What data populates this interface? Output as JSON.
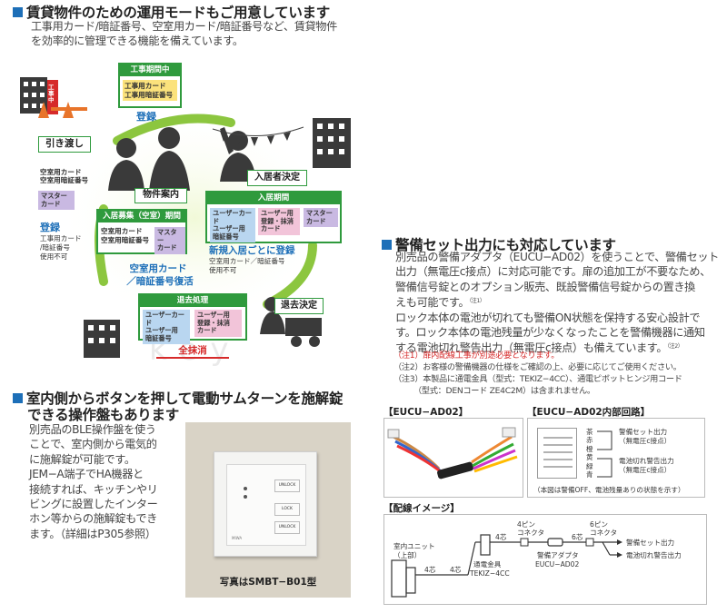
{
  "rental": {
    "title": "賃貸物件のための運用モードもご用意しています",
    "desc": "工事用カード/暗証番号、空室用カード/暗証番号など、賃貸物件\nを効率的に管理できる機能を備えています。",
    "construction": {
      "head": "工事期間中",
      "line1": "工事用カード",
      "line2": "工事用暗証番号",
      "register": "登録",
      "sign": "工事中"
    },
    "handover": {
      "label": "引き渡し",
      "card_line1": "空室用カード",
      "card_line2": "空室用暗証番号",
      "master": "マスター\nカード",
      "register": "登録",
      "note1": "工事用カード",
      "note2": "/暗証番号",
      "note3": "使用不可"
    },
    "viewing": {
      "label": "物件案内",
      "head": "入居募集（空室）期間",
      "line1": "空室用カード",
      "line2": "空室用暗証番号",
      "master": "マスター\nカード"
    },
    "decision": {
      "label": "入居者決定",
      "head": "入居期間",
      "user": "ユーザーカード\nユーザー用\n暗証番号",
      "erase": "ユーザー用\n登録・抹消\nカード",
      "master": "マスター\nカード",
      "register": "新規入居ごとに登録",
      "note1": "空室用カード／暗証番号",
      "note2": "使用不可"
    },
    "restore": {
      "label1": "空室用カード",
      "label2": "／暗証番号復活"
    },
    "moveout": {
      "label": "退去決定",
      "head": "退去処理",
      "user": "ユーザーカード\nユーザー用\n暗証番号",
      "erase": "ユーザー用\n登録・抹消\nカード",
      "all_erase": "全抹消"
    },
    "watermark": "key"
  },
  "indoor": {
    "title_line1": "室内側からボタンを押して電動サムターンを施解錠",
    "title_line2": "できる操作盤もあります",
    "desc": "別売品のBLE操作盤を使う\nことで、室内側から電気的\nに施解錠が可能です。\nJEM−A端子でHA機器と\n接続すれば、キッチンやリ\nビングに設置したインター\nホン等からの施解錠もでき\nます。（詳細はP305参照）",
    "panel_unlock1": "UNLOCK",
    "panel_lock": "LOCK",
    "panel_unlock2": "UNLOCK",
    "panel_brand": "MIWA",
    "caption": "写真はSMBT−B01型"
  },
  "alarm": {
    "title": "警備セット出力にも対応しています",
    "desc": "別売品の警備アダプタ（EUCU−AD02）を使うことで、警備セット\n出力（無電圧c接点）に対応可能です。扉の追加工が不要なため、\n警備信号錠とのオプション販売、既設警備信号錠からの置き換\nえも可能です。",
    "desc_note": "（注1）",
    "desc2": "ロック本体の電池が切れても警備ON状態を保持する安心設計で\nす。ロック本体の電池残量が少なくなったことを警備機器に通知\nする電池切れ警告出力（無電圧c接点）も備えています。",
    "desc2_note": "（注2）",
    "note1": "（注1）扉内配線工事が別途必要となります。",
    "note2": "（注2）お客様の警備機器の仕様をご確認の上、必要に応じてご使用ください。",
    "note3a": "（注3）本製品に通電金具（型式：TEKIZ−4CC）、通電ピボットヒンジ用コード",
    "note3b": "（型式：DENコード ZE4C2M）は含まれません。",
    "product_label": "【EUCU−AD02】",
    "circuit_label": "【EUCU−AD02内部回路】",
    "circuit_wires": [
      "茶",
      "赤",
      "橙",
      "黄",
      "緑",
      "青"
    ],
    "circuit_out1a": "警備セット出力",
    "circuit_out1b": "（無電圧c接点）",
    "circuit_out2a": "電池切れ警告出力",
    "circuit_out2b": "（無電圧c接点）",
    "circuit_caption": "（本図は警備OFF、電池残量ありの状態を示す）",
    "wiring_label": "【配線イメージ】",
    "wiring": {
      "indoor_unit1": "室内ユニット",
      "indoor_unit2": "（上部）",
      "core4a": "4芯",
      "core4b": "4芯",
      "core4c": "4芯",
      "core6": "6芯",
      "connector4a": "4ピン",
      "connector4b": "コネクタ",
      "connector6a": "6ピン",
      "connector6b": "コネクタ",
      "hinge1": "通電金具",
      "hinge2": "TEKIZ−4CC",
      "adapter1": "警備アダプタ",
      "adapter2": "EUCU−AD02",
      "out1": "警備セット出力",
      "out2": "電池切れ警告出力"
    }
  },
  "colors": {
    "accent_blue": "#1d6fb8",
    "green": "#2f9a3d",
    "red": "#d62a2a",
    "light_green": "#e8f4cf"
  }
}
